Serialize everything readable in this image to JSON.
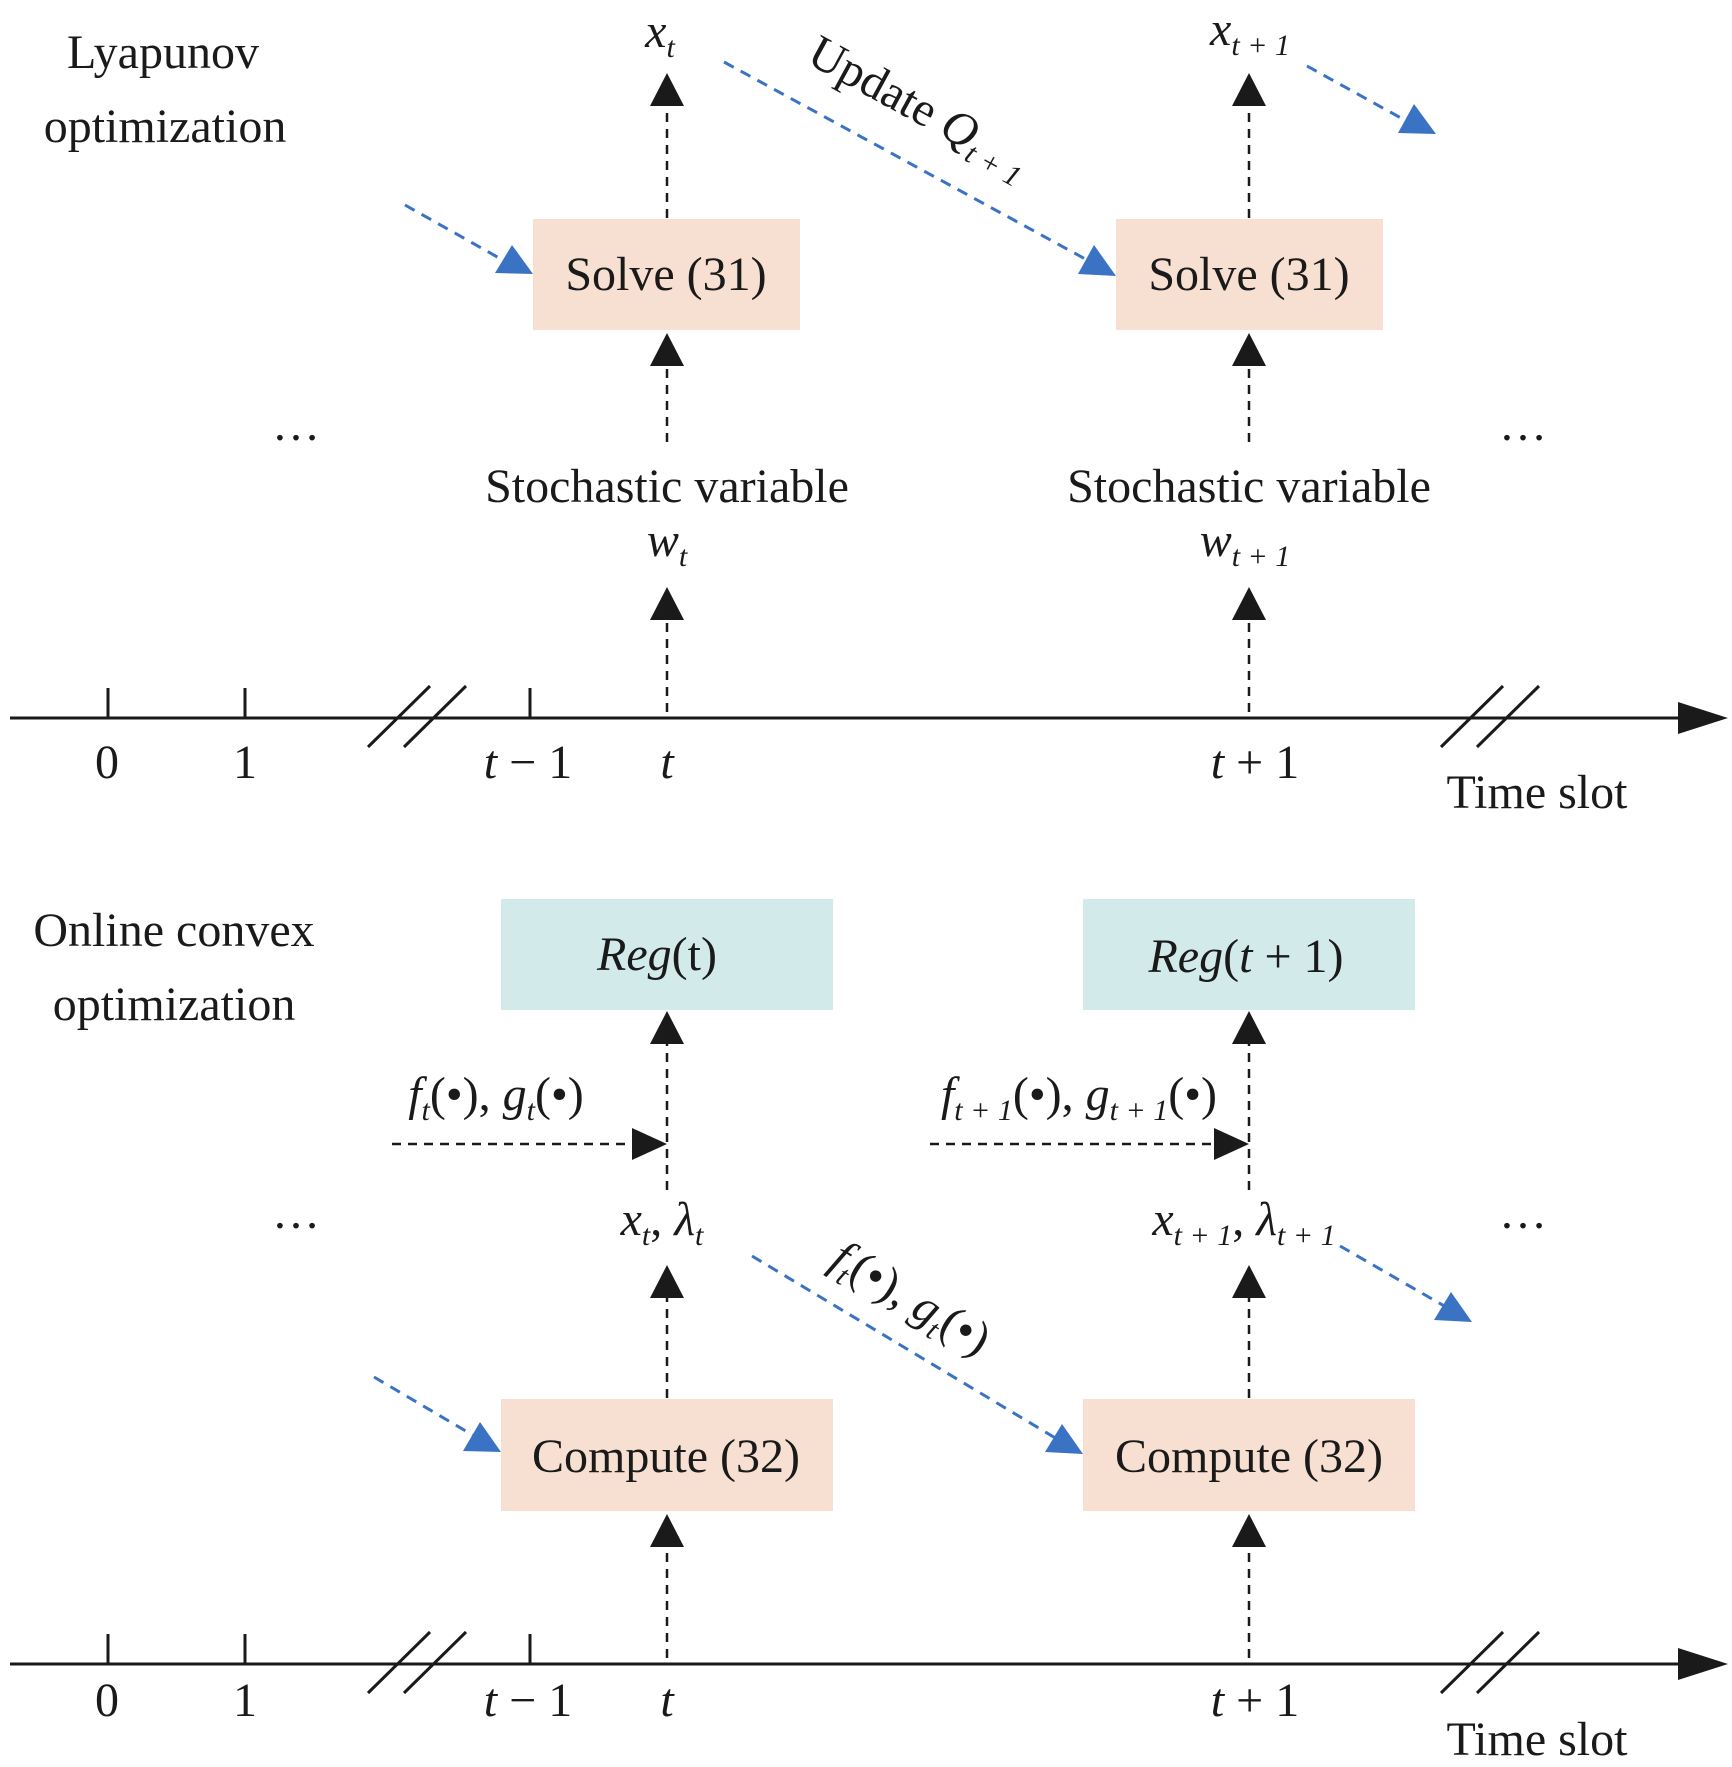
{
  "colors": {
    "box_peach": "#f7e0d1",
    "box_teal": "#d3eaeb",
    "accent_blue": "#3b73c4",
    "ink": "#1a1a1a"
  },
  "top_panel": {
    "method_title_line1": "Lyapunov",
    "method_title_line2": "optimization",
    "solve_box_t": "Solve (31)",
    "solve_box_t1": "Solve (31)",
    "output_t": {
      "base": "x",
      "sub": "t"
    },
    "output_t1": {
      "base": "x",
      "sub": "t + 1"
    },
    "update_label": {
      "text": "Update ",
      "var": "Q",
      "sub": "t + 1"
    },
    "stochastic_t": {
      "text": "Stochastic variable",
      "var": "w",
      "sub": "t"
    },
    "stochastic_t1": {
      "text": "Stochastic variable",
      "var": "w",
      "sub": "t + 1"
    },
    "ellipsis_left": "…",
    "ellipsis_right": "…"
  },
  "bottom_panel": {
    "method_title_line1": "Online convex",
    "method_title_line2": "optimization",
    "regret_t": {
      "fn": "Reg",
      "arg": "(t)"
    },
    "regret_t1": {
      "fn": "Reg",
      "arg_open": "(",
      "arg_var": "t",
      "arg_rest": " + 1)"
    },
    "compute_box_t": "Compute (32)",
    "compute_box_t1": "Compute (32)",
    "feedback_t": {
      "f": "f",
      "g": "g",
      "sub": "t",
      "arg": "(•)",
      "sep": ", "
    },
    "feedback_t1": {
      "f": "f",
      "g": "g",
      "sub": "t + 1",
      "arg": "(•)",
      "sep": ", "
    },
    "decision_t": {
      "x": "x",
      "lambda": "λ",
      "sub": "t",
      "sep": ", "
    },
    "decision_t1": {
      "x": "x",
      "lambda": "λ",
      "sub": "t + 1",
      "sep": ", "
    },
    "pass_label": {
      "f": "f",
      "g": "g",
      "sub": "t",
      "arg": "(•)",
      "sep": ", "
    },
    "ellipsis_left": "…",
    "ellipsis_right": "…"
  },
  "axis": {
    "tick_labels": [
      "0",
      "1",
      "t − 1",
      "t",
      "t + 1"
    ],
    "tick_0": "0",
    "tick_1": "1",
    "tick_tm1_var": "t",
    "tick_tm1_rest": " − 1",
    "tick_t": "t",
    "tick_tp1_var": "t",
    "tick_tp1_rest": " + 1",
    "axis_label": "Time slot"
  }
}
